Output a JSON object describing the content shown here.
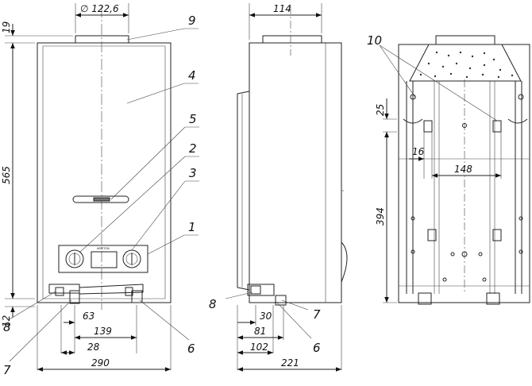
{
  "front_view": {
    "dims": {
      "flue_diameter": "∅ 122,6",
      "top_offset": "19",
      "body_height": "565",
      "bottom_offset": "12",
      "gas_inlet_offset": "63",
      "water_inlet_spacing": "139",
      "water_offset": "28",
      "overall_width": "290"
    },
    "callouts": {
      "flue": "9",
      "casing": "4",
      "window": "5",
      "knob_left": "2",
      "knob_right": "3",
      "panel": "1",
      "gas_pipe": "8",
      "water_pipe": "7",
      "outlet_pipe": "6"
    },
    "brand_plate": "ARISTON"
  },
  "side_view": {
    "dims": {
      "flue_depth": "114",
      "d30": "30",
      "d81": "81",
      "d102": "102",
      "overall_depth": "221"
    },
    "callouts": {
      "gas_pipe": "8",
      "water_pipe": "7",
      "outlet_pipe": "6"
    }
  },
  "rear_view": {
    "dims": {
      "bracket_drop": "25",
      "hole_offset": "16",
      "hole_spacing": "148",
      "mount_height": "394"
    },
    "callouts": {
      "mount_holes": "10"
    }
  }
}
